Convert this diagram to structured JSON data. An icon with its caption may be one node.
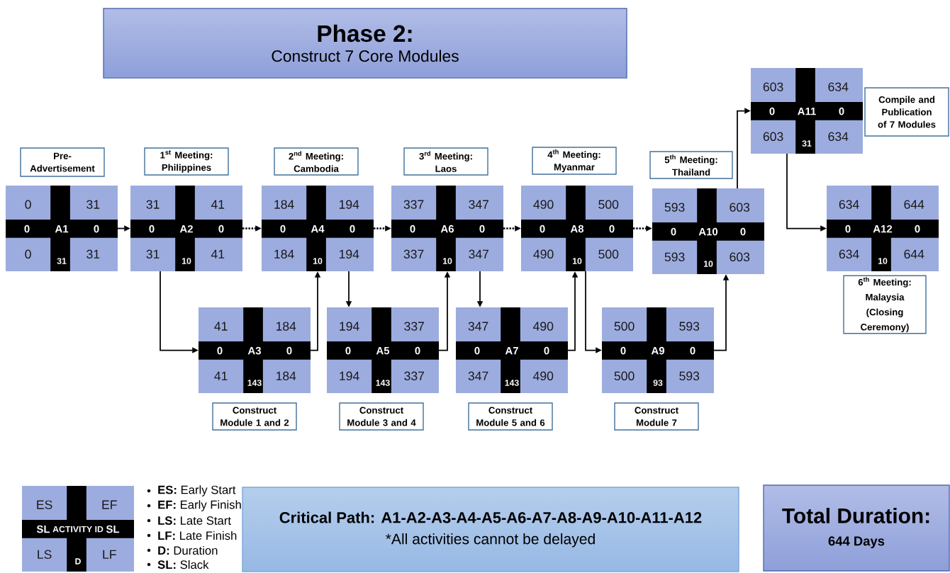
{
  "diagram": {
    "nodes": [
      {
        "text": [
          "Phase 2:",
          "Construct 7 Core Modules"
        ]
      },
      {
        "text": [
          "603",
          "634",
          "0",
          "A11",
          "0",
          "603",
          "31",
          "634"
        ]
      },
      {
        "text": [
          "Compile and Publication of 7 Modules"
        ]
      },
      {
        "text": [
          "Pre-Advertisement"
        ]
      },
      {
        "text": [
          "1$^{st}$ Meeting: Philippines"
        ]
      },
      {
        "text": [
          "2$^{nd}$ Meeting: Cambodia"
        ]
      },
      {
        "text": [
          "3$^{rd}$ Meeting: Laos"
        ]
      },
      {
        "text": [
          "4$^{th}$ Meeting: Myanmar"
        ]
      },
      {
        "text": [
          "5$^{th}$ Meeting: Thailand"
        ]
      },
      {
        "text": [
          "0",
          "31",
          "0",
          "A1",
          "0",
          "0",
          "31",
          "31"
        ]
      },
      {
        "text": [
          "31",
          "41",
          "0",
          "A2",
          "0",
          "31",
          "10",
          "41"
        ]
      },
      {
        "text": [
          "184",
          "194",
          "0",
          "A4",
          "0",
          "184",
          "10",
          "194"
        ]
      },
      {
        "text": [
          "337",
          "347",
          "0",
          "A6",
          "0",
          "337",
          "10",
          "347"
        ]
      },
      {
        "text": [
          "490",
          "500",
          "0",
          "A8",
          "0",
          "490",
          "10",
          "500"
        ]
      },
      {
        "text": [
          "593",
          "603",
          "0",
          "A10",
          "0",
          "593",
          "10",
          "603"
        ]
      },
      {
        "text": [
          "634",
          "644",
          "0",
          "A12",
          "0",
          "634",
          "10",
          "644"
        ]
      },
      {
        "text": [
          "\\text{6}^{\\text{th}}\\text{ Meeting:}\\allowbreak\\ \\text{Malaysia}\\allowbreak\\ \\text{(Closing}\\allowbreak\\ \\text{Ceremony)}"
        ]
      },
      {
        "text": [
          "41",
          "184",
          "0",
          "A3",
          "0",
          "41",
          "143",
          "184"
        ]
      },
      {
        "text": [
          "194",
          "337",
          "0",
          "A5",
          "0",
          "194",
          "143",
          "337"
        ]
      },
      {
        "text": [
          "347",
          "490",
          "0",
          "A7",
          "0",
          "347",
          "143",
          "490"
        ]
      },
      {
        "text": [
          "500",
          "593",
          "0",
          "A9",
          "0",
          "500",
          "93",
          "593"
        ]
      },
      {
        "text": [
          "Construct Module 1 and 2"
        ]
      },
      {
        "text": [
          "Construct Module 3 and 4"
        ]
      },
      {
        "text": [
          "Construct Module 5 and 6"
        ]
      },
      {
        "text": [
          "Construct Module 7"
        ]
      },
      {
        "text": [
          "ES",
          "EF",
          "SL",
          "ACTIVITY ID",
          "SL",
          "LS",
          "D",
          "LF"
        ]
      },
      {
        "text": [
          "Critical Path: A1-A2-A3-A4-A5-A6-A7-A8-A9-A10-A11-A12",
          "*All activities cannot be delayed"
        ]
      },
      {
        "text": [
          "Total Duration:",
          "644 Days"
        ]
      }
    ],
    "edges": [
      {
        "from": 9,
        "to": 10,
        "arrow": "to"
      },
      {
        "from": 10,
        "to": 11,
        "arrow": "to",
        "style": "dashed"
      },
      {
        "from": 11,
        "to": 12,
        "arrow": "to",
        "style": "dashed"
      },
      {
        "from": 12,
        "to": 13,
        "arrow": "to",
        "style": "dashed"
      },
      {
        "from": 13,
        "to": 14,
        "arrow": "to",
        "style": "dashed"
      },
      {
        "from": 10,
        "to": 17,
        "arrow": "to"
      },
      {
        "from": 17,
        "to": 11,
        "arrow": "to"
      },
      {
        "from": 11,
        "to": 18,
        "arrow": "to"
      },
      {
        "from": 18,
        "to": 12,
        "arrow": "to"
      },
      {
        "from": 12,
        "to": 19,
        "arrow": "to"
      },
      {
        "from": 19,
        "to": 13,
        "arrow": "to"
      },
      {
        "from": 13,
        "to": 20,
        "arrow": "to"
      },
      {
        "from": 20,
        "to": 14,
        "arrow": "to"
      },
      {
        "from": 14,
        "to": 1,
        "arrow": "to"
      },
      {
        "from": 1,
        "to": 15,
        "arrow": "to"
      }
    ],
    "labels": [
      "**ES:** Early Start",
      "**EF:** Early Finish",
      "**LS:** Late Start",
      "**LF:** Late Finish",
      "**D:**  Duration",
      "**SL:** Slack"
    ]
  }
}
